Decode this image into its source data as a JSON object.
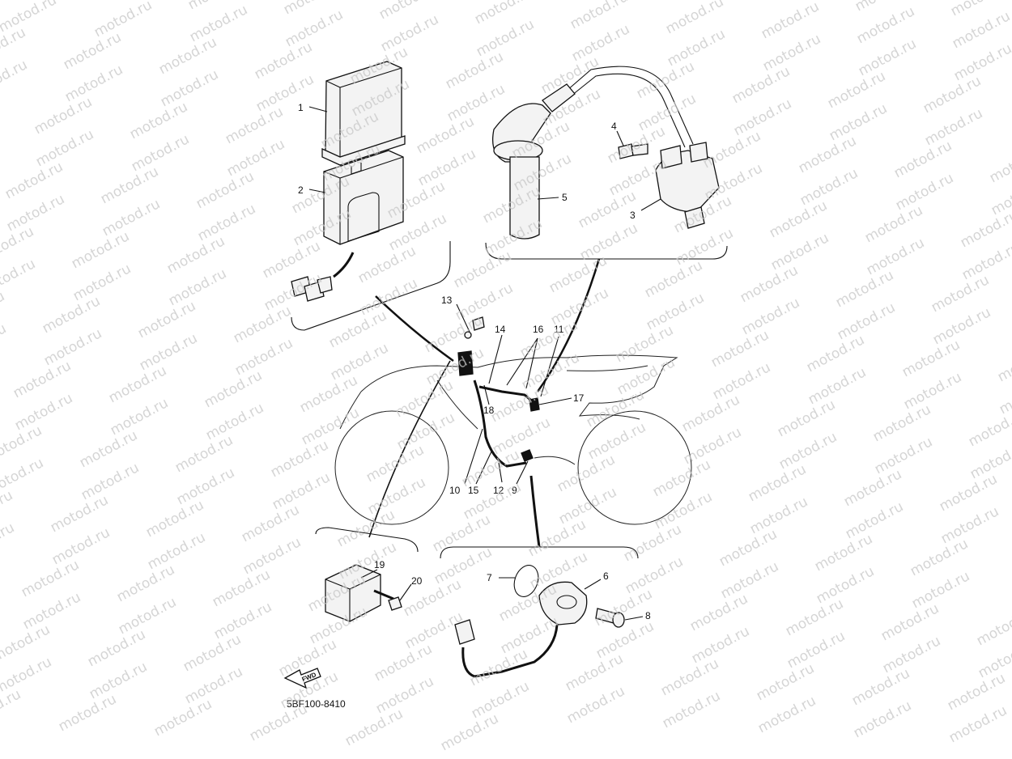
{
  "callouts": [
    {
      "id": "1",
      "label": "1"
    },
    {
      "id": "2",
      "label": "2"
    },
    {
      "id": "3",
      "label": "3"
    },
    {
      "id": "4",
      "label": "4"
    },
    {
      "id": "5",
      "label": "5"
    },
    {
      "id": "6",
      "label": "6"
    },
    {
      "id": "7",
      "label": "7"
    },
    {
      "id": "8",
      "label": "8"
    },
    {
      "id": "9",
      "label": "9"
    },
    {
      "id": "10",
      "label": "10"
    },
    {
      "id": "11",
      "label": "11"
    },
    {
      "id": "12",
      "label": "12"
    },
    {
      "id": "13",
      "label": "13"
    },
    {
      "id": "14",
      "label": "14"
    },
    {
      "id": "15",
      "label": "15"
    },
    {
      "id": "16",
      "label": "16"
    },
    {
      "id": "17",
      "label": "17"
    },
    {
      "id": "18",
      "label": "18"
    },
    {
      "id": "19",
      "label": "19"
    },
    {
      "id": "20",
      "label": "20"
    }
  ],
  "fwd_label": "FWD",
  "diagram_code": "5BF100-8410",
  "watermark_text": "motod.ru",
  "colors": {
    "line": "#111111",
    "watermark": "#c8c8c8",
    "background": "#ffffff"
  }
}
